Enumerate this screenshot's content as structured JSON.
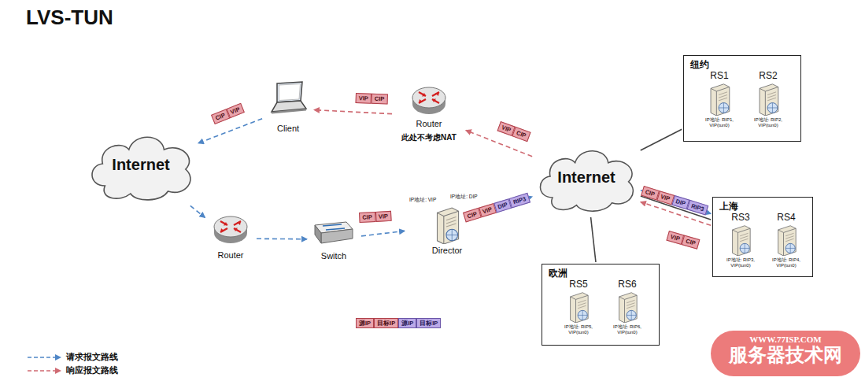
{
  "diagram": {
    "title": "LVS-TUN",
    "nodes": [
      {
        "text": [
          "Client"
        ]
      },
      {
        "text": [
          "Internet"
        ]
      },
      {
        "text": [
          "Router",
          "此处不考虑NAT"
        ]
      },
      {
        "text": [
          "Router"
        ]
      },
      {
        "text": [
          "Switch"
        ]
      },
      {
        "text": [
          "IP地址: VIP",
          "IP地址: DIP",
          "Director"
        ]
      },
      {
        "text": [
          "Internet"
        ]
      },
      {
        "text": [
          "纽约"
        ]
      },
      {
        "text": [
          "RS1",
          "IP地址: RIP1, VIP(tun0)"
        ],
        "in": 7
      },
      {
        "text": [
          "RS2",
          "IP地址: RIP2, VIP(tun0)"
        ],
        "in": 7
      },
      {
        "text": [
          "上海"
        ]
      },
      {
        "text": [
          "RS3",
          "IP地址: RIP3, VIP(tun0)"
        ],
        "in": 10
      },
      {
        "text": [
          "RS4",
          "IP地址: RIP4, VIP(tun0)"
        ],
        "in": 10
      },
      {
        "text": [
          "欧洲"
        ]
      },
      {
        "text": [
          "RS5",
          "IP地址: RIP5, VIP(tun0)"
        ],
        "in": 13
      },
      {
        "text": [
          "RS6",
          "IP地址: RIP6, VIP(tun0)"
        ],
        "in": 13
      }
    ],
    "edges": [
      {
        "from": 0,
        "to": 1,
        "arrow": "to"
      },
      {
        "from": 1,
        "to": 3,
        "arrow": "to"
      },
      {
        "from": 3,
        "to": 4,
        "arrow": "to"
      },
      {
        "from": 4,
        "to": 5,
        "arrow": "to"
      },
      {
        "from": 5,
        "to": 6,
        "arrow": "to"
      },
      {
        "from": 6,
        "to": 10,
        "arrow": "to"
      },
      {
        "from": 10,
        "to": 6,
        "arrow": "to"
      },
      {
        "from": 6,
        "to": 2,
        "arrow": "to"
      },
      {
        "from": 2,
        "to": 0,
        "arrow": "to"
      },
      {
        "from": 6,
        "to": 7,
        "arrow": "none"
      },
      {
        "from": 6,
        "to": 13,
        "arrow": "none"
      },
      {
        "from": 6,
        "to": 10,
        "arrow": "none"
      }
    ],
    "labels": [
      "CIP",
      "VIP",
      "VIP",
      "CIP",
      "VIP",
      "CIP",
      "CIP",
      "VIP",
      "CIP",
      "VIP",
      "DIP",
      "RIP3",
      "CIP",
      "VIP",
      "DIP",
      "RIP3",
      "VIP",
      "CIP",
      "源IP",
      "目标IP",
      "源IP",
      "目标IP",
      "WWW.77ISP.COM",
      "服务器技术网"
    ],
    "legend": [
      {
        "text": "请求报文路线"
      },
      {
        "text": "响应报文路线"
      }
    ]
  }
}
